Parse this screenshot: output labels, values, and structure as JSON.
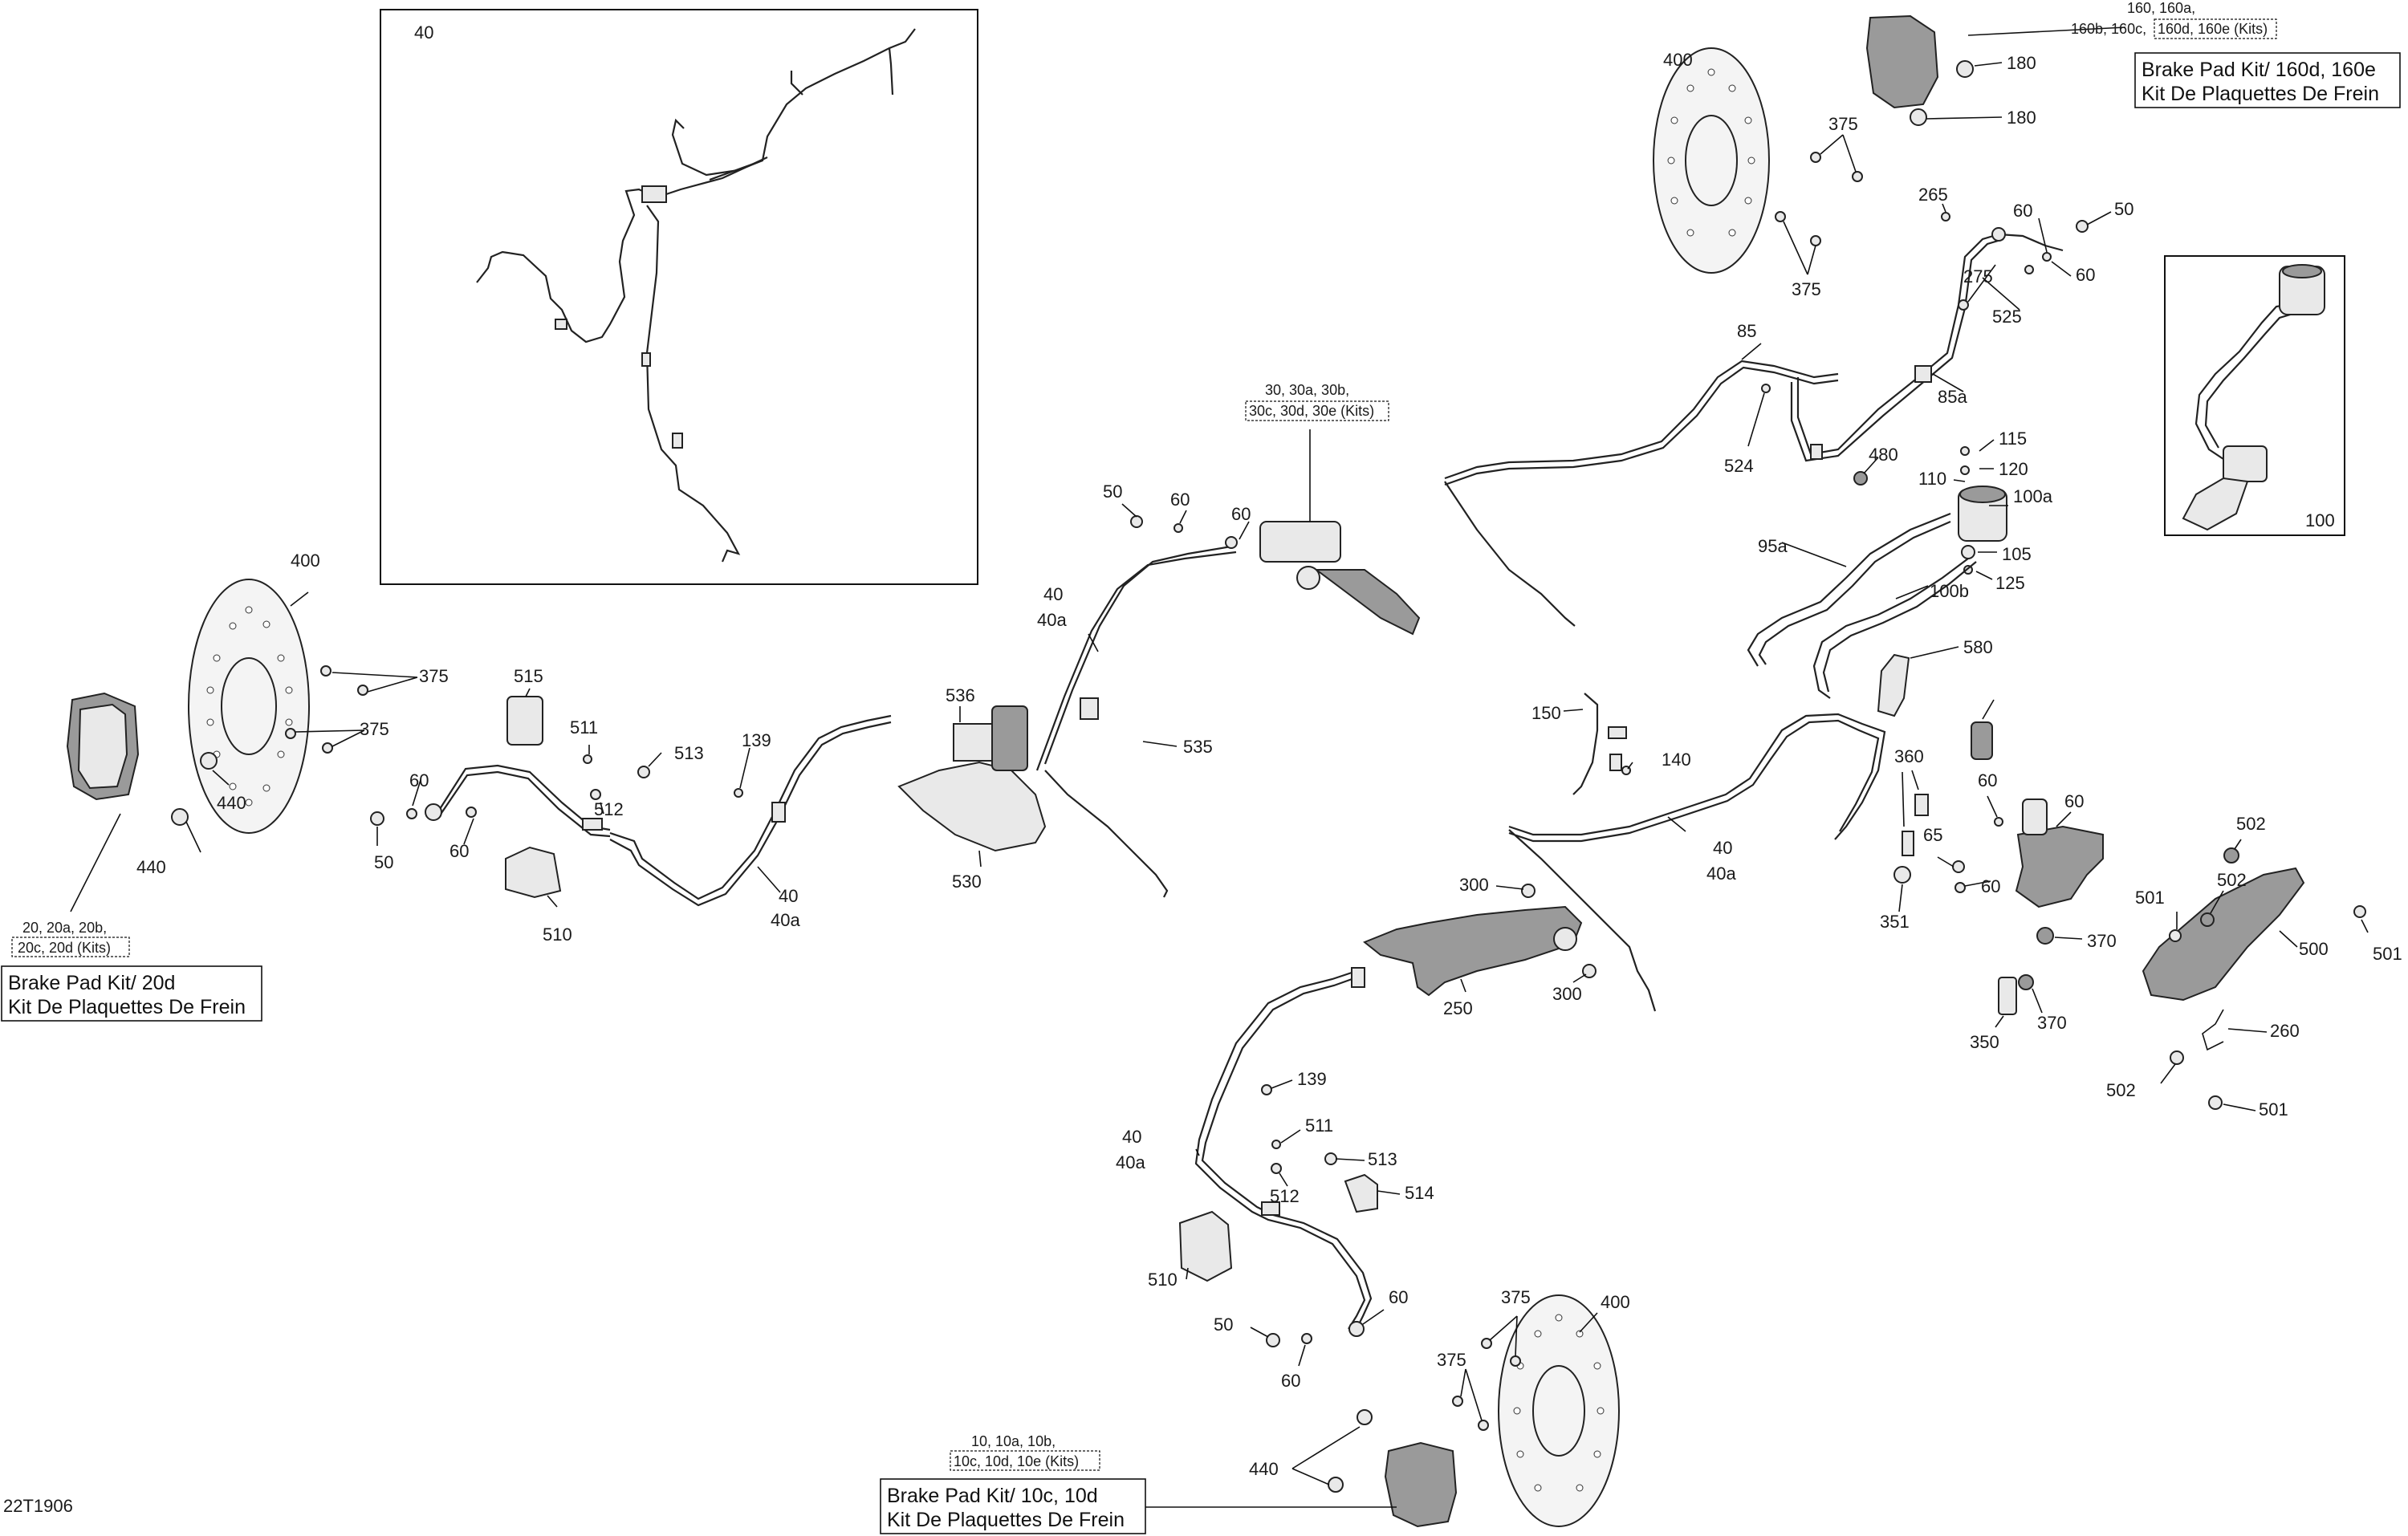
{
  "diagram": {
    "code": "22T1906",
    "inset_harness": {
      "label": "40"
    },
    "inset_reservoir": {
      "label": "100"
    },
    "kit_front_left": {
      "refs_line1": "20, 20a, 20b,",
      "refs_line2": "20c, 20d (Kits)",
      "line1": "Brake Pad Kit/ 20d",
      "line2": "Kit De Plaquettes De Frein"
    },
    "kit_front_right": {
      "refs_line1": "160, 160a,",
      "refs_line2a": "160b, 160c,",
      "refs_line2b": "160d, 160e (Kits)",
      "line1": "Brake Pad Kit/ 160d, 160e",
      "line2": "Kit De Plaquettes De Frein"
    },
    "kit_rear": {
      "refs_line1": "10, 10a, 10b,",
      "refs_line2": "10c, 10d, 10e (Kits)",
      "line1": "Brake Pad Kit/ 10c, 10d",
      "line2": "Kit De Plaquettes De Frein"
    },
    "kit_master": {
      "refs_line1": "30, 30a, 30b,",
      "refs_line2": "30c, 30d, 30e (Kits)"
    },
    "labels": [
      {
        "id": "l01",
        "text": "400"
      },
      {
        "id": "l02",
        "text": "375"
      },
      {
        "id": "l03",
        "text": "375"
      },
      {
        "id": "l04",
        "text": "440"
      },
      {
        "id": "l05",
        "text": "440"
      },
      {
        "id": "l06",
        "text": "515"
      },
      {
        "id": "l07",
        "text": "511"
      },
      {
        "id": "l08",
        "text": "513"
      },
      {
        "id": "l09",
        "text": "512"
      },
      {
        "id": "l10",
        "text": "139"
      },
      {
        "id": "l11",
        "text": "60"
      },
      {
        "id": "l12",
        "text": "60"
      },
      {
        "id": "l13",
        "text": "50"
      },
      {
        "id": "l14",
        "text": "510"
      },
      {
        "id": "l15",
        "text": "40"
      },
      {
        "id": "l16",
        "text": "40a"
      },
      {
        "id": "l17",
        "text": "50"
      },
      {
        "id": "l18",
        "text": "60"
      },
      {
        "id": "l19",
        "text": "60"
      },
      {
        "id": "l20",
        "text": "40"
      },
      {
        "id": "l21",
        "text": "40a"
      },
      {
        "id": "l22",
        "text": "536"
      },
      {
        "id": "l23",
        "text": "535"
      },
      {
        "id": "l24",
        "text": "530"
      },
      {
        "id": "l25",
        "text": "400"
      },
      {
        "id": "l26",
        "text": "180"
      },
      {
        "id": "l27",
        "text": "180"
      },
      {
        "id": "l28",
        "text": "375"
      },
      {
        "id": "l29",
        "text": "375"
      },
      {
        "id": "l30",
        "text": "265"
      },
      {
        "id": "l31",
        "text": "60"
      },
      {
        "id": "l32",
        "text": "50"
      },
      {
        "id": "l33",
        "text": "275"
      },
      {
        "id": "l34",
        "text": "60"
      },
      {
        "id": "l35",
        "text": "525"
      },
      {
        "id": "l36",
        "text": "85"
      },
      {
        "id": "l37",
        "text": "85a"
      },
      {
        "id": "l38",
        "text": "524"
      },
      {
        "id": "l39",
        "text": "480"
      },
      {
        "id": "l40",
        "text": "115"
      },
      {
        "id": "l41",
        "text": "120"
      },
      {
        "id": "l42",
        "text": "110"
      },
      {
        "id": "l43",
        "text": "100a"
      },
      {
        "id": "l44",
        "text": "95a"
      },
      {
        "id": "l45",
        "text": "105"
      },
      {
        "id": "l46",
        "text": "125"
      },
      {
        "id": "l47",
        "text": "100b"
      },
      {
        "id": "l48",
        "text": "580"
      },
      {
        "id": "l49",
        "text": "150"
      },
      {
        "id": "l50",
        "text": "140"
      },
      {
        "id": "l51",
        "text": "40"
      },
      {
        "id": "l52",
        "text": "40a"
      },
      {
        "id": "l53",
        "text": "360"
      },
      {
        "id": "l54",
        "text": "60"
      },
      {
        "id": "l55",
        "text": "60"
      },
      {
        "id": "l56",
        "text": "65"
      },
      {
        "id": "l57",
        "text": "60"
      },
      {
        "id": "l58",
        "text": "351"
      },
      {
        "id": "l59",
        "text": "502"
      },
      {
        "id": "l60",
        "text": "502"
      },
      {
        "id": "l61",
        "text": "501"
      },
      {
        "id": "l62",
        "text": "501"
      },
      {
        "id": "l63",
        "text": "500"
      },
      {
        "id": "l64",
        "text": "370"
      },
      {
        "id": "l65",
        "text": "370"
      },
      {
        "id": "l66",
        "text": "350"
      },
      {
        "id": "l67",
        "text": "260"
      },
      {
        "id": "l68",
        "text": "502"
      },
      {
        "id": "l69",
        "text": "501"
      },
      {
        "id": "l70",
        "text": "300"
      },
      {
        "id": "l71",
        "text": "250"
      },
      {
        "id": "l72",
        "text": "300"
      },
      {
        "id": "l73",
        "text": "139"
      },
      {
        "id": "l74",
        "text": "40"
      },
      {
        "id": "l75",
        "text": "40a"
      },
      {
        "id": "l76",
        "text": "511"
      },
      {
        "id": "l77",
        "text": "513"
      },
      {
        "id": "l78",
        "text": "512"
      },
      {
        "id": "l79",
        "text": "514"
      },
      {
        "id": "l80",
        "text": "510"
      },
      {
        "id": "l81",
        "text": "50"
      },
      {
        "id": "l82",
        "text": "60"
      },
      {
        "id": "l83",
        "text": "60"
      },
      {
        "id": "l84",
        "text": "375"
      },
      {
        "id": "l85",
        "text": "375"
      },
      {
        "id": "l86",
        "text": "400"
      },
      {
        "id": "l87",
        "text": "440"
      }
    ]
  }
}
